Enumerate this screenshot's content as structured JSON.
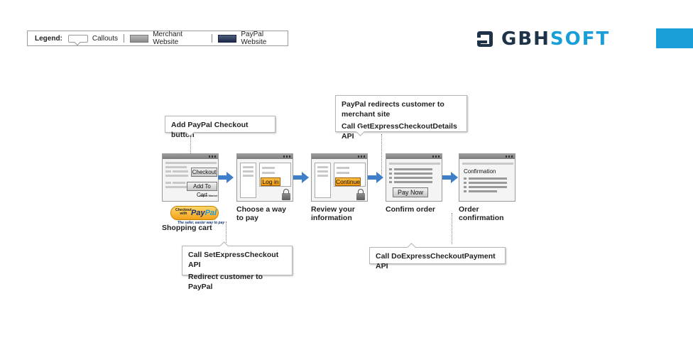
{
  "legend": {
    "title": "Legend:",
    "items": [
      {
        "label": "Callouts",
        "swatch": "callout"
      },
      {
        "label": "Merchant Website",
        "swatch": "merchant"
      },
      {
        "label": "PayPal Website",
        "swatch": "paypal"
      }
    ]
  },
  "logo": {
    "text_main": "GBH",
    "text_accent": "SOFT",
    "colors": {
      "dark": "#1e3348",
      "accent": "#1a9ed8"
    }
  },
  "callouts": {
    "add_button": [
      "Add PayPal Checkout button"
    ],
    "set_express": [
      "Call SetExpressCheckout API",
      "Redirect customer to PayPal"
    ],
    "redirect_back": [
      "PayPal redirects customer to",
      "merchant site",
      "Call GetExpressCheckoutDetails API"
    ],
    "do_express": [
      "Call DoExpressCheckoutPayment API"
    ]
  },
  "screens": {
    "cart": {
      "checkout_btn": "Checkout",
      "add_to_cart_btn": "Add To Cart",
      "small_text": "Super Market"
    },
    "login": {
      "login_btn": "Log in"
    },
    "review": {
      "continue_btn": "Continue"
    },
    "confirm": {
      "pay_now_btn": "Pay Now"
    },
    "confirmation": {
      "title": "Confirmation"
    }
  },
  "badge": {
    "checkout_line1": "Checkout",
    "checkout_line2": "with",
    "pay": "Pay",
    "pal": "Pal",
    "tagline": "The safer, easier way to pay"
  },
  "steps": [
    {
      "lines": [
        "Shopping cart"
      ]
    },
    {
      "lines": [
        "Choose a way",
        "to pay"
      ]
    },
    {
      "lines": [
        "Review your",
        "information"
      ]
    },
    {
      "lines": [
        "Confirm order"
      ]
    },
    {
      "lines": [
        "Order",
        "confirmation"
      ]
    }
  ],
  "colors": {
    "arrow": "#3f7fc9",
    "orange_button": "#f0960e",
    "merchant_gray": "#9c9c9c",
    "paypal_navy": "#1d2a48"
  }
}
